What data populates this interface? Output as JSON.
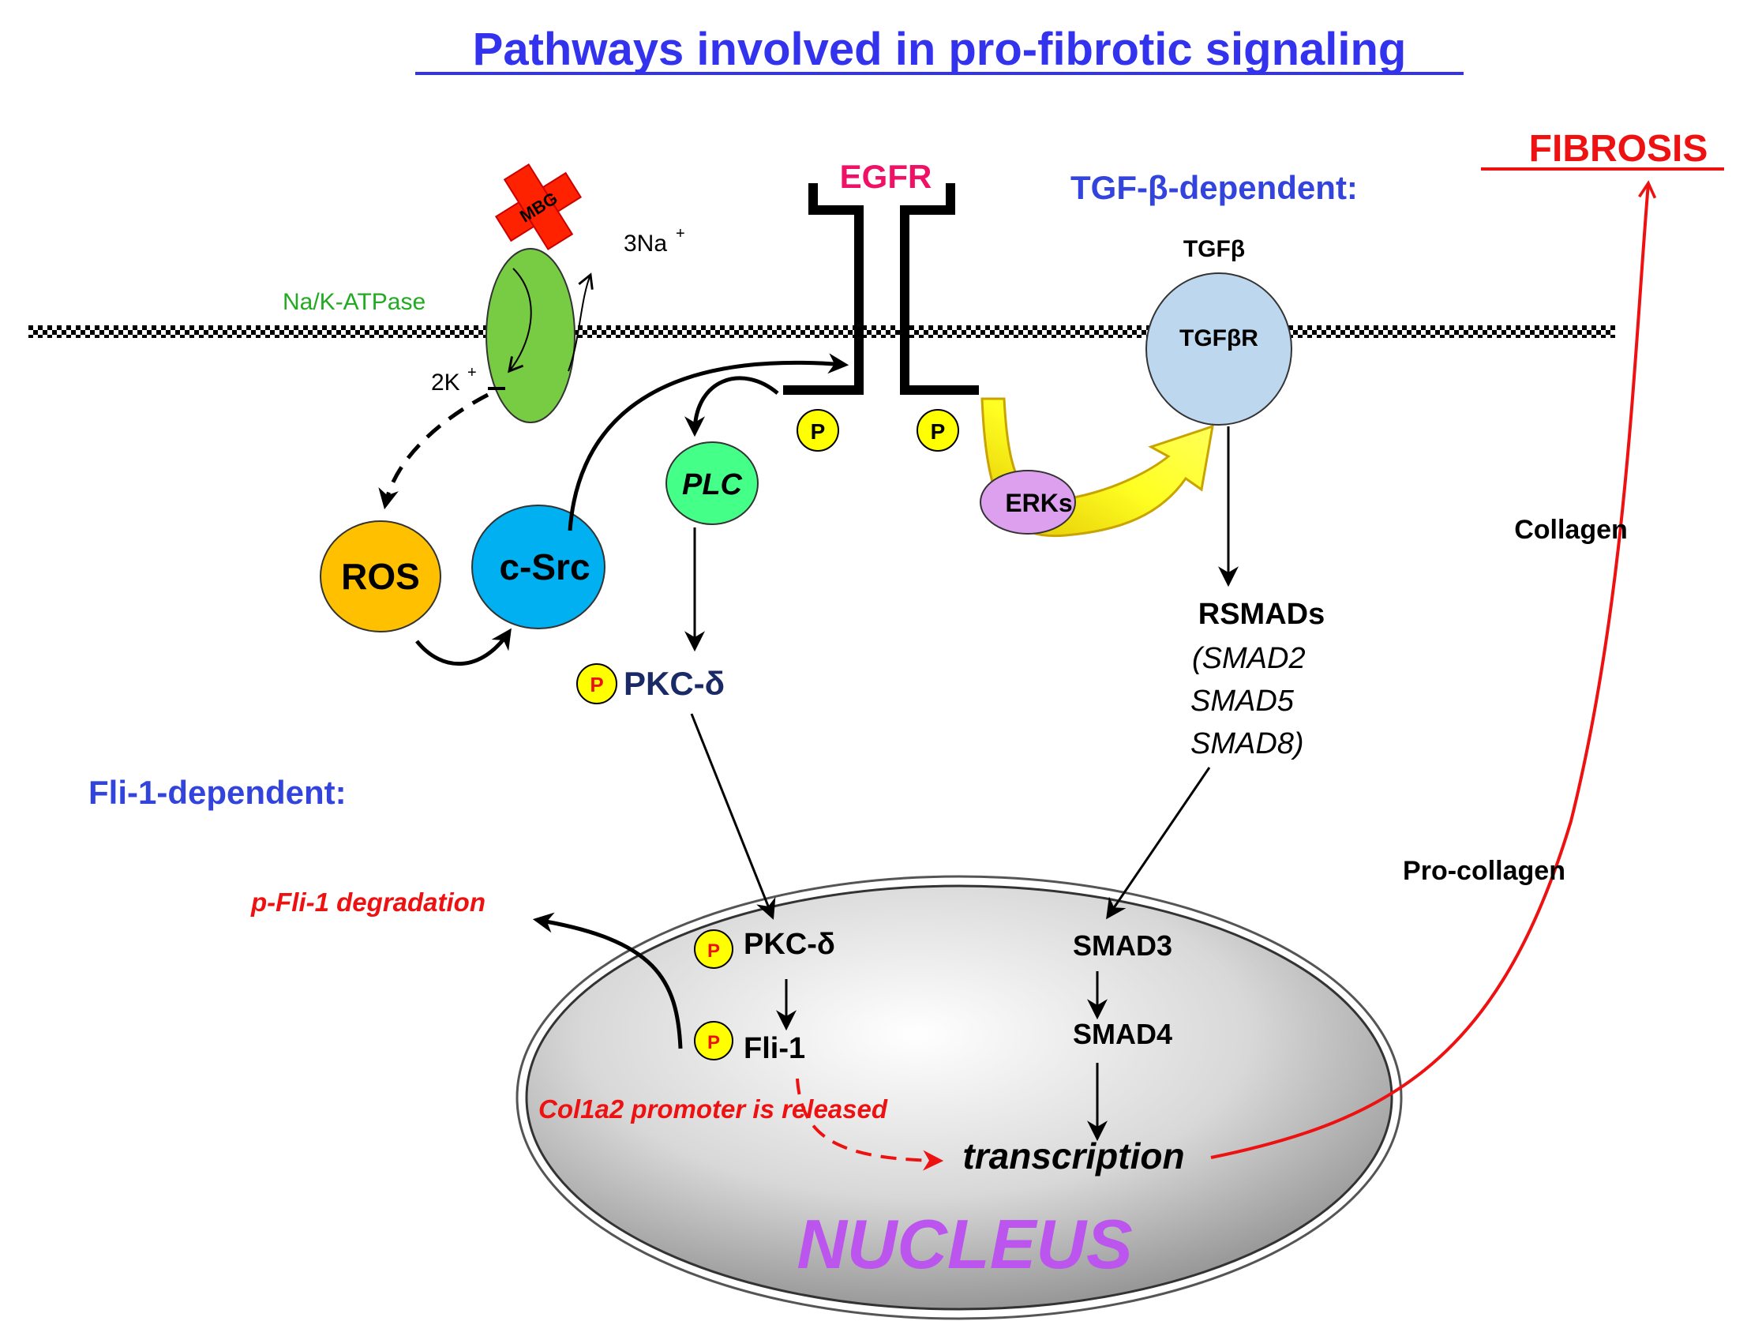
{
  "title": "Pathways involved in pro-fibrotic signaling",
  "fibrosis": "FIBROSIS",
  "tgf_section": "TGF-β-dependent:",
  "fli_section": "Fli-1-dependent:",
  "egfr": "EGFR",
  "mbg": "MBG",
  "na3": "3Na",
  "k2": "2K",
  "plus": "+",
  "nka": "Na/K-ATPase",
  "ros": "ROS",
  "csrc": "c-Src",
  "plc": "PLC",
  "erks": "ERKs",
  "tgfb": "TGFβ",
  "tgfbr": "TGFβR",
  "p": "P",
  "pkcd": "PKC-δ",
  "rsmads": "RSMADs",
  "smad_list": [
    "(SMAD2",
    "SMAD5",
    "SMAD8)"
  ],
  "smad3": "SMAD3",
  "smad4": "SMAD4",
  "fli1": "Fli-1",
  "pfli_deg": "p-Fli-1 degradation",
  "col1a2": "Col1a2 promoter is released",
  "transcription": "transcription",
  "nucleus": "NUCLEUS",
  "collagen": "Collagen",
  "procollagen": "Pro-collagen",
  "colors": {
    "title": "#3333ee",
    "section": "#3344dd",
    "red": "#ee1111",
    "egfr": "#ee1166",
    "nka_text": "#22aa22",
    "nka_fill": "#77cc44",
    "ros": "#ffc000",
    "csrc": "#00b0f0",
    "plc": "#44ff88",
    "erks": "#dda0ee",
    "tgfbr": "#bdd7ee",
    "phos": "#ffff00",
    "nucleus_text": "#bb55ee",
    "pkcd_text": "#1a2a66"
  }
}
